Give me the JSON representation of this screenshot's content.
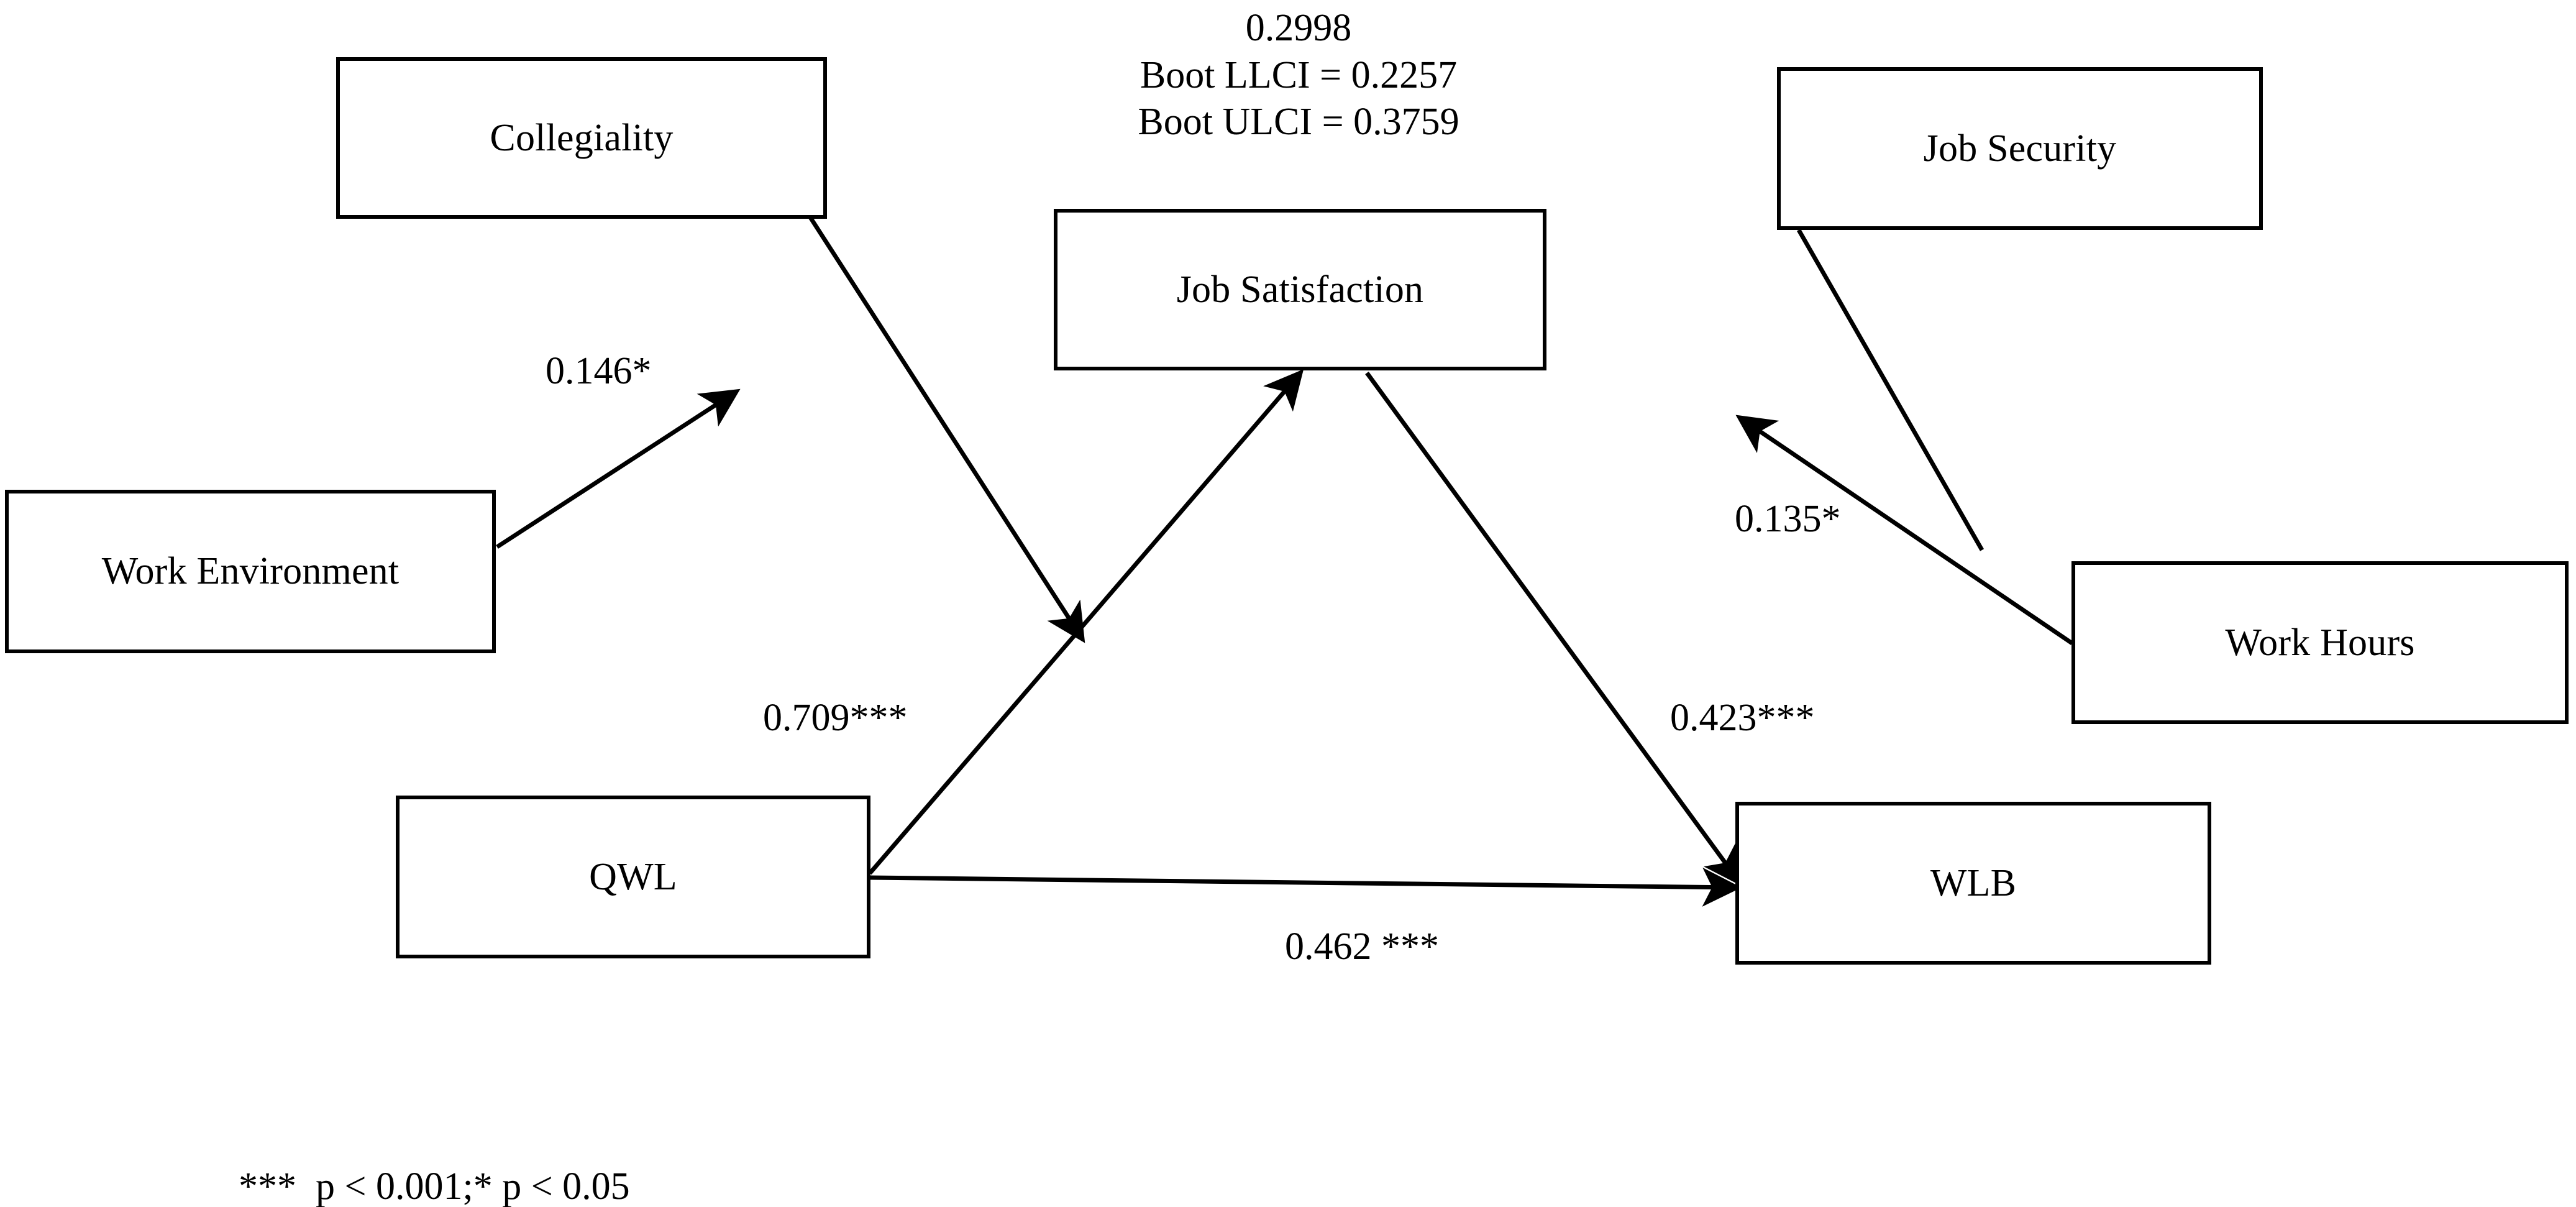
{
  "figure": {
    "background_color": "#ffffff",
    "line_color": "#000000",
    "text_color": "#000000"
  },
  "nodes": [
    {
      "id": "collegiality",
      "label": "Collegiality"
    },
    {
      "id": "job_satisfaction",
      "label": "Job Satisfaction"
    },
    {
      "id": "job_security",
      "label": "Job Security"
    },
    {
      "id": "work_environment",
      "label": "Work Environment"
    },
    {
      "id": "work_hours",
      "label": "Work Hours"
    },
    {
      "id": "qwl",
      "label": "QWL"
    },
    {
      "id": "wlb",
      "label": "WLB"
    }
  ],
  "edge_labels": [
    {
      "id": "we_to_collegiality",
      "value": "0.146*"
    },
    {
      "id": "qwl_to_js",
      "value": "0.709***"
    },
    {
      "id": "wh_to_job_security",
      "value": "0.135*"
    },
    {
      "id": "js_to_wlb",
      "value": "0.423***"
    },
    {
      "id": "qwl_to_wlb",
      "value": "0.462 ***"
    }
  ],
  "indirect_effect": {
    "estimate": "0.2998",
    "boot_llci": "Boot LLCI = 0.2257",
    "boot_ulci": "Boot ULCI = 0.3759"
  },
  "footnote": {
    "text": "***  p < 0.001;* p < 0.05"
  }
}
